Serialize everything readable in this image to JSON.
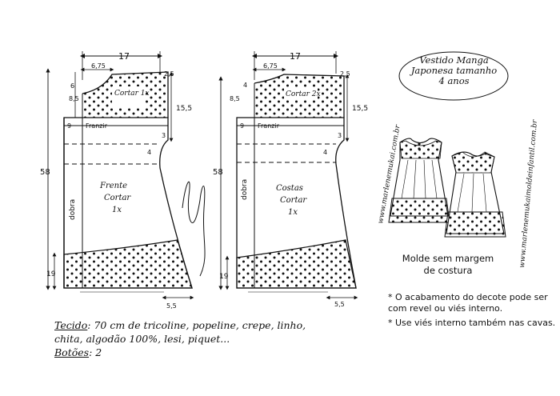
{
  "title": {
    "line1": "Vestido Manga",
    "line2": "Japonesa tamanho",
    "line3": "4 anos"
  },
  "front_piece": {
    "top_width": "17",
    "neck_width": "6,75",
    "shoulder_drop": "2,5",
    "neck_depth_1": "6",
    "neck_depth_2": "8,5",
    "armhole_depth": "15,5",
    "gather": "9",
    "gather_label": "Franzir",
    "yoke_label": "Cortar 1x",
    "side_1": "3",
    "side_2": "4",
    "total_length": "58",
    "fold_label": "dobra",
    "body_label_1": "Frente",
    "body_label_2": "Cortar",
    "body_label_3": "1x",
    "hem_height": "19",
    "hem_flare": "5,5"
  },
  "back_piece": {
    "top_width": "17",
    "neck_width": "6,75",
    "shoulder_drop": "2,5",
    "neck_depth_1": "4",
    "neck_depth_2": "8,5",
    "armhole_depth": "15,5",
    "gather": "9",
    "gather_label": "Franzir",
    "yoke_label": "Cortar 2x",
    "side_1": "3",
    "side_2": "4",
    "total_length": "58",
    "fold_label": "dobra",
    "body_label_1": "Costas",
    "body_label_2": "Cortar",
    "body_label_3": "1x",
    "hem_height": "19",
    "hem_flare": "5,5"
  },
  "watermark_1": "www.marlenemukai.com.br",
  "watermark_2": "www.marlenemukaimoldeinfantil.com.br",
  "molde_note": {
    "line1": "Molde sem margem",
    "line2": "de costura"
  },
  "notes": {
    "note1": "* O acabamento do decote pode ser com revel ou viés interno.",
    "note2": "* Use viés interno também nas cavas."
  },
  "fabric": {
    "label": "Tecido",
    "line1": ": 70 cm de tricoline, popeline, crepe, linho,",
    "line2": "chita, algodão 100%, lesi, piquet...",
    "buttons_label": "Botões",
    "buttons_value": ": 2"
  }
}
